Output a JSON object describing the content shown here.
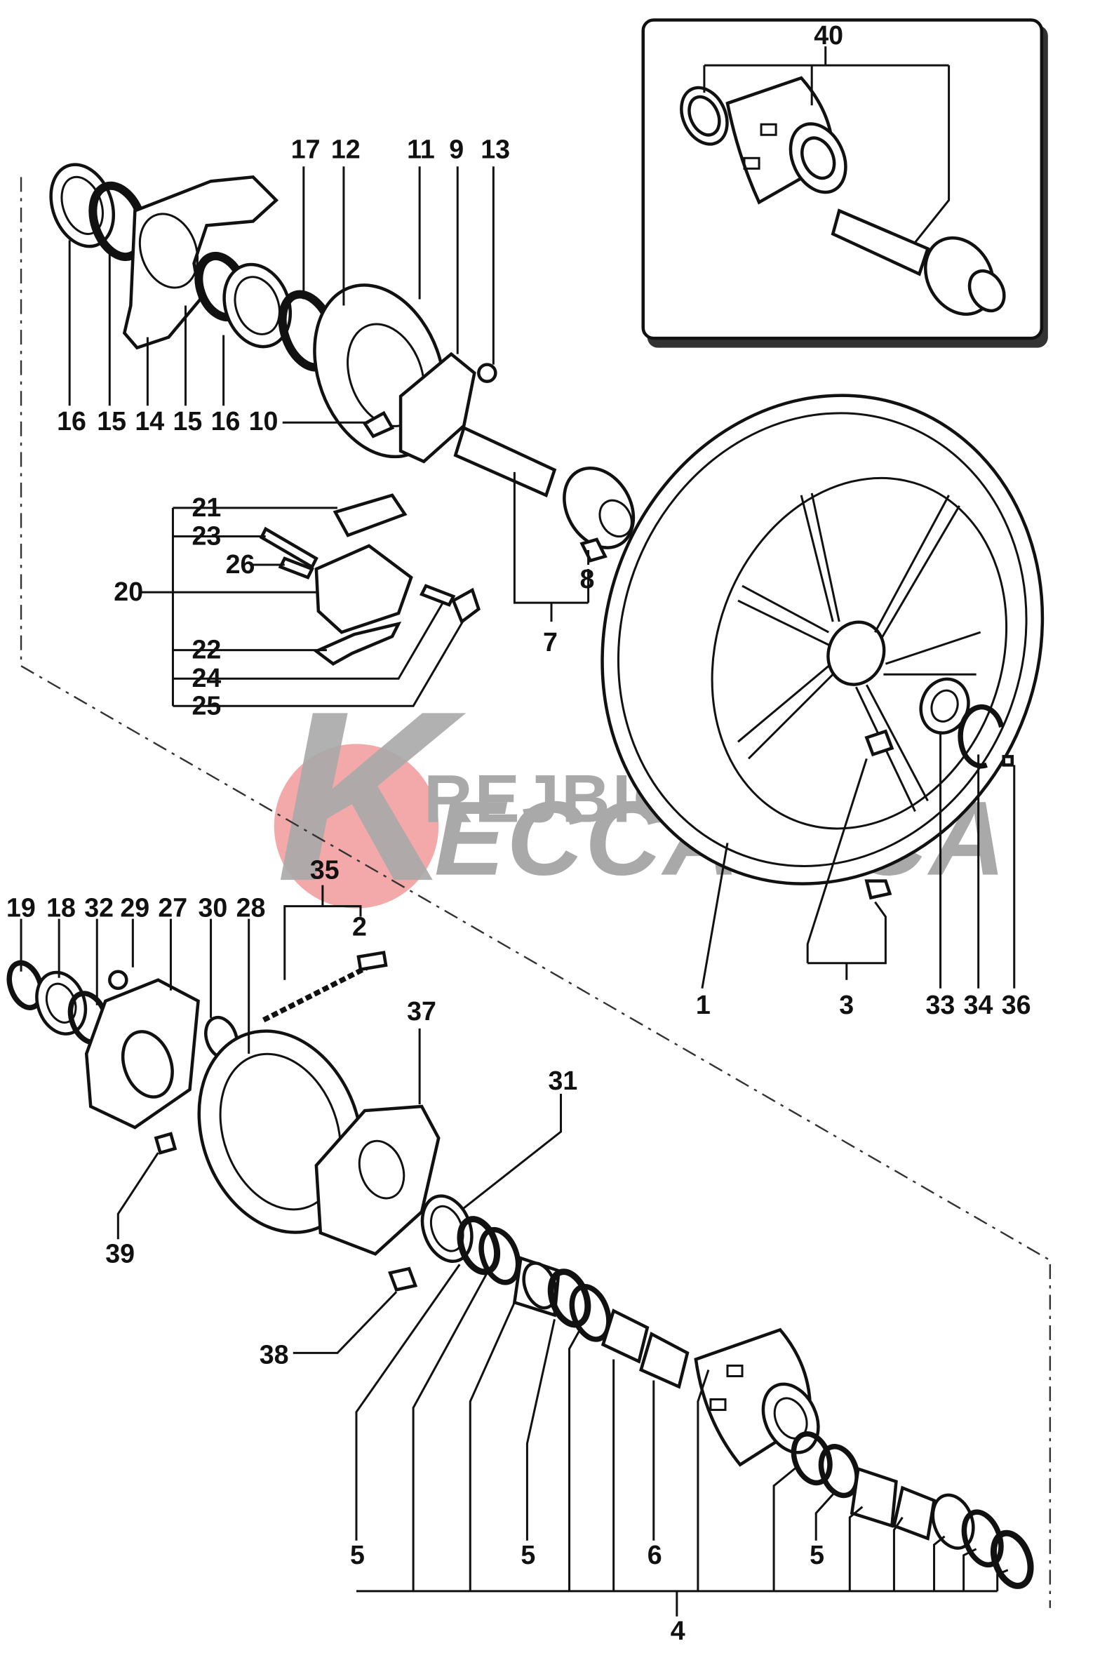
{
  "diagram": {
    "watermark": {
      "line1": "REJBICH",
      "line2": "ECCANICA",
      "initial": "K",
      "circle_color": "#f19a9a",
      "text_color": "#a9a9a9"
    },
    "inset": {
      "label": "40"
    },
    "labels": {
      "l1": "1",
      "l2": "2",
      "l3": "3",
      "l4": "4",
      "l5a": "5",
      "l5b": "5",
      "l5c": "5",
      "l6": "6",
      "l7": "7",
      "l8": "8",
      "l9": "9",
      "l10": "10",
      "l11": "11",
      "l12": "12",
      "l13": "13",
      "l14": "14",
      "l15a": "15",
      "l15b": "15",
      "l16a": "16",
      "l16b": "16",
      "l17": "17",
      "l18": "18",
      "l19": "19",
      "l20": "20",
      "l21": "21",
      "l22": "22",
      "l23": "23",
      "l24": "24",
      "l25": "25",
      "l26": "26",
      "l27": "27",
      "l28": "28",
      "l29": "29",
      "l30": "30",
      "l31": "31",
      "l32": "32",
      "l33": "33",
      "l34": "34",
      "l35": "35",
      "l36": "36",
      "l37": "37",
      "l38": "38",
      "l39": "39"
    }
  }
}
